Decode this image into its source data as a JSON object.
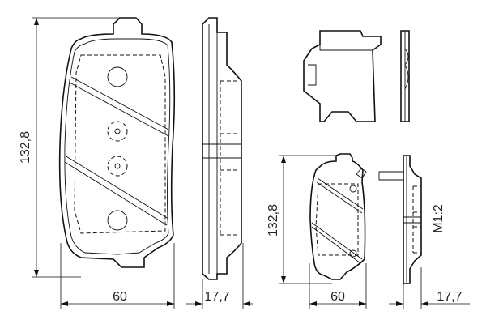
{
  "large_pad": {
    "height_label": "132,8",
    "width_label": "60",
    "thickness_label": "17,7"
  },
  "small_pad": {
    "height_label": "132,8",
    "width_label": "60",
    "thickness_label": "17,7",
    "scale_label": "M1:2"
  }
}
